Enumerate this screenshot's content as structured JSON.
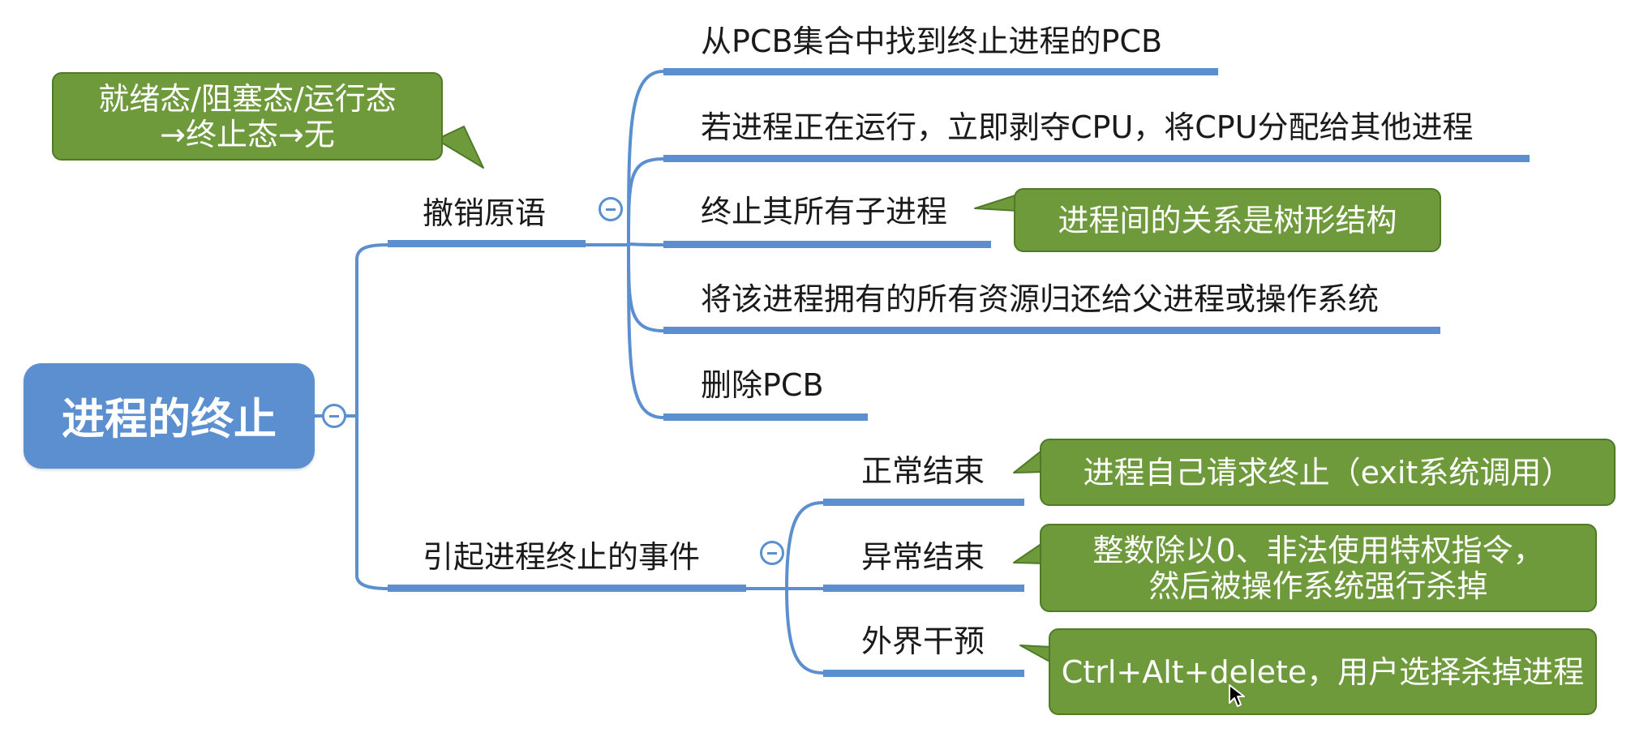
{
  "root": {
    "label": "进程的终止"
  },
  "branches": [
    {
      "label": "撤销原语",
      "children": [
        {
          "label": "从PCB集合中找到终止进程的PCB"
        },
        {
          "label": "若进程正在运行，立即剥夺CPU，将CPU分配给其他进程"
        },
        {
          "label": "终止其所有子进程",
          "note": "进程间的关系是树形结构"
        },
        {
          "label": "将该进程拥有的所有资源归还给父进程或操作系统"
        },
        {
          "label": "删除PCB"
        }
      ],
      "note_lines": [
        "就绪态/阻塞态/运行态",
        "→终止态→无"
      ]
    },
    {
      "label": "引起进程终止的事件",
      "children": [
        {
          "label": "正常结束",
          "note_lines": [
            "进程自己请求终止（exit系统调用）"
          ]
        },
        {
          "label": "异常结束",
          "note_lines": [
            "整数除以0、非法使用特权指令，",
            "然后被操作系统强行杀掉"
          ]
        },
        {
          "label": "外界干预",
          "note_lines": [
            "Ctrl+Alt+delete，用户选择杀掉进程"
          ]
        }
      ]
    }
  ],
  "colors": {
    "root": "#5b8fcf",
    "line": "#5b8fcf",
    "callout": "#6e9a3c",
    "callout_border": "#4f7a27"
  },
  "icons": {
    "collapse": "minus-circle-icon",
    "pointer": "mouse-pointer-icon"
  }
}
